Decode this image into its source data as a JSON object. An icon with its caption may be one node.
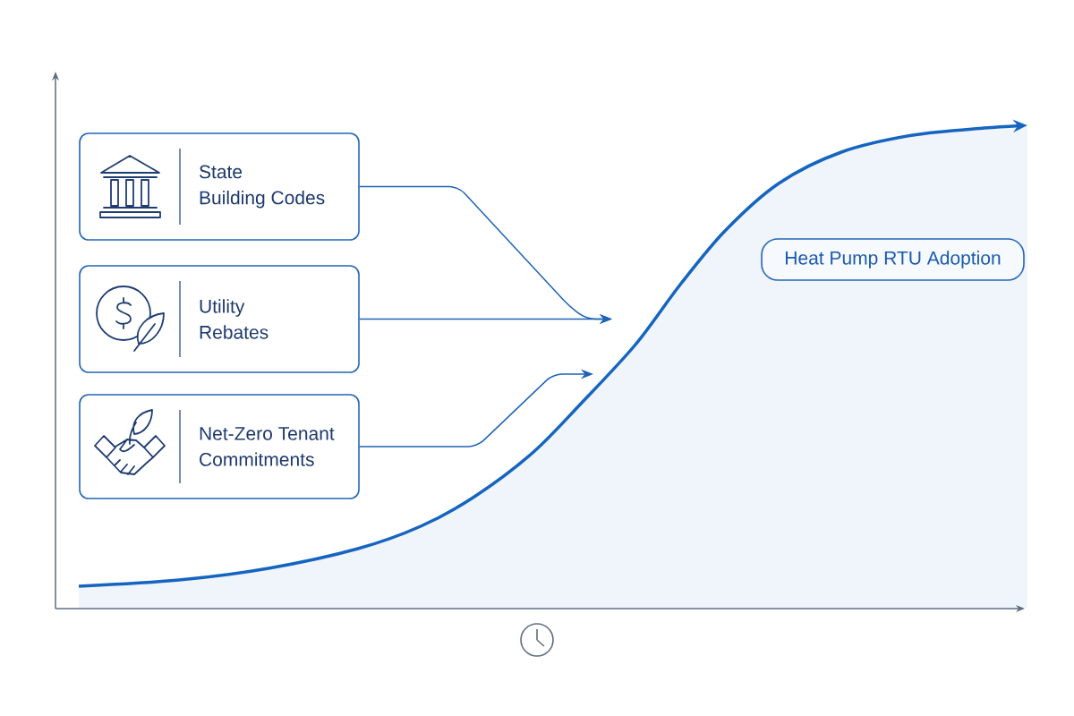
{
  "diagram": {
    "nodes": [
      {
        "text": [
          "State Building Codes"
        ]
      },
      {
        "text": [
          "Utility Rebates"
        ]
      },
      {
        "text": [
          "Net-Zero Tenant Commitments"
        ]
      },
      {
        "text": [
          "Heat Pump RTU Adoption"
        ]
      }
    ],
    "edges": [
      {
        "from": 0,
        "to": null,
        "arrow": "to"
      },
      {
        "from": 1,
        "to": null,
        "arrow": "to"
      },
      {
        "from": 2,
        "to": null,
        "arrow": "to"
      }
    ]
  }
}
